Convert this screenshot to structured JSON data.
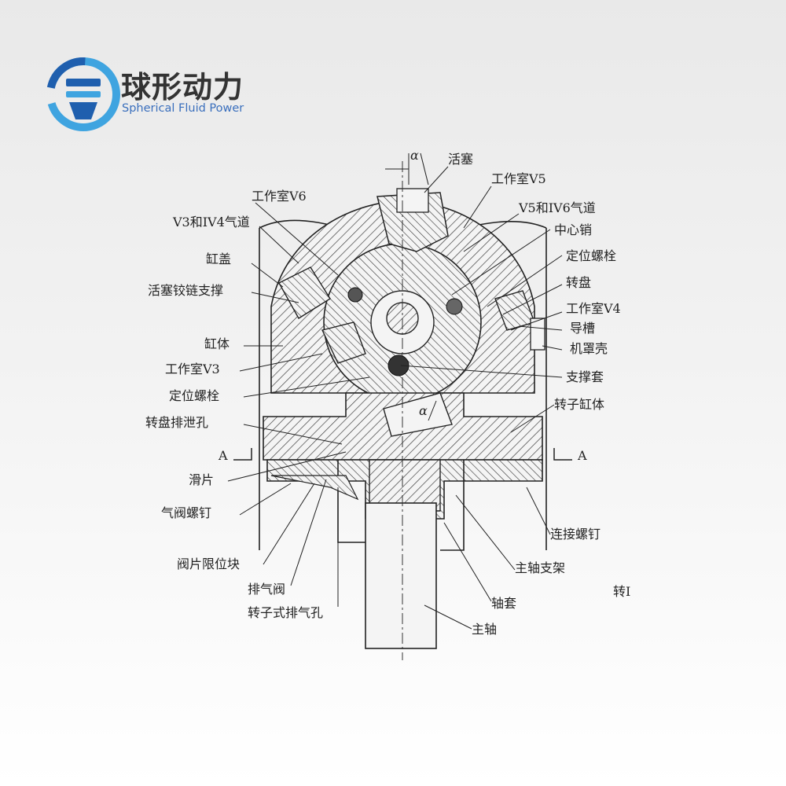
{
  "logo": {
    "cn": "球形动力",
    "en": "Spherical Fluid Power",
    "colors": {
      "ring_dark": "#1f5fae",
      "ring_light": "#3fa4e0",
      "text": "#333333"
    }
  },
  "alpha": "α",
  "labels": {
    "piston": "活塞",
    "chamber_v5": "工作室V5",
    "chamber_v6": "工作室V6",
    "passage_v3v4": "V3和IV4气道",
    "passage_v5v6": "V5和IV6气道",
    "center_pin": "中心销",
    "cylinder_cover": "缸盖",
    "locating_bolt_top": "定位螺栓",
    "piston_hinge_support": "活塞铰链支撑",
    "turntable": "转盘",
    "chamber_v4": "工作室V4",
    "guide_slot": "导槽",
    "cylinder_body": "缸体",
    "housing": "机罩壳",
    "chamber_v3": "工作室V3",
    "support_sleeve": "支撑套",
    "locating_bolt_bottom": "定位螺栓",
    "rotor_cylinder": "转子缸体",
    "turntable_drain": "转盘排泄孔",
    "section_a_left": "A",
    "section_a_right": "A",
    "slide": "滑片",
    "valve_screw": "气阀螺钉",
    "connecting_screw": "连接螺钉",
    "valve_stop": "阀片限位块",
    "main_shaft_bracket": "主轴支架",
    "exhaust_valve": "排气阀",
    "rotation": "转Ⅰ",
    "rotor_exhaust": "转子式排气孔",
    "shaft_sleeve": "轴套",
    "main_shaft": "主轴"
  }
}
